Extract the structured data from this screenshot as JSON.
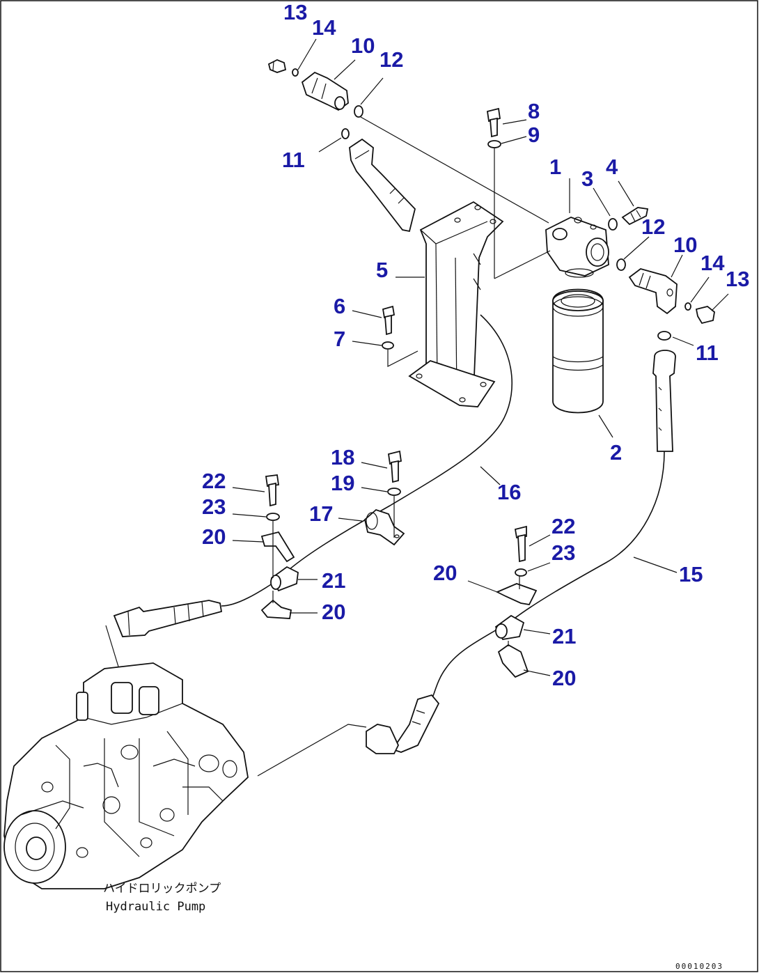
{
  "diagram": {
    "callouts": [
      {
        "id": "c13a",
        "text": "13"
      },
      {
        "id": "c14a",
        "text": "14"
      },
      {
        "id": "c10a",
        "text": "10"
      },
      {
        "id": "c12a",
        "text": "12"
      },
      {
        "id": "c11a",
        "text": "11"
      },
      {
        "id": "c8",
        "text": "8"
      },
      {
        "id": "c9",
        "text": "9"
      },
      {
        "id": "c1",
        "text": "1"
      },
      {
        "id": "c3",
        "text": "3"
      },
      {
        "id": "c4",
        "text": "4"
      },
      {
        "id": "c12b",
        "text": "12"
      },
      {
        "id": "c10b",
        "text": "10"
      },
      {
        "id": "c14b",
        "text": "14"
      },
      {
        "id": "c13b",
        "text": "13"
      },
      {
        "id": "c5",
        "text": "5"
      },
      {
        "id": "c6",
        "text": "6"
      },
      {
        "id": "c7",
        "text": "7"
      },
      {
        "id": "c11b",
        "text": "11"
      },
      {
        "id": "c2",
        "text": "2"
      },
      {
        "id": "c18",
        "text": "18"
      },
      {
        "id": "c19",
        "text": "19"
      },
      {
        "id": "c16",
        "text": "16"
      },
      {
        "id": "c22a",
        "text": "22"
      },
      {
        "id": "c23a",
        "text": "23"
      },
      {
        "id": "c17",
        "text": "17"
      },
      {
        "id": "c20a",
        "text": "20"
      },
      {
        "id": "c21a",
        "text": "21"
      },
      {
        "id": "c20b",
        "text": "20"
      },
      {
        "id": "c22b",
        "text": "22"
      },
      {
        "id": "c23b",
        "text": "23"
      },
      {
        "id": "c15",
        "text": "15"
      },
      {
        "id": "c20c",
        "text": "20"
      },
      {
        "id": "c21b",
        "text": "21"
      },
      {
        "id": "c20d",
        "text": "20"
      }
    ],
    "caption_jp": "ハイドロリックポンプ",
    "caption_en": "Hydraulic Pump",
    "drawing_code": "00010203"
  }
}
